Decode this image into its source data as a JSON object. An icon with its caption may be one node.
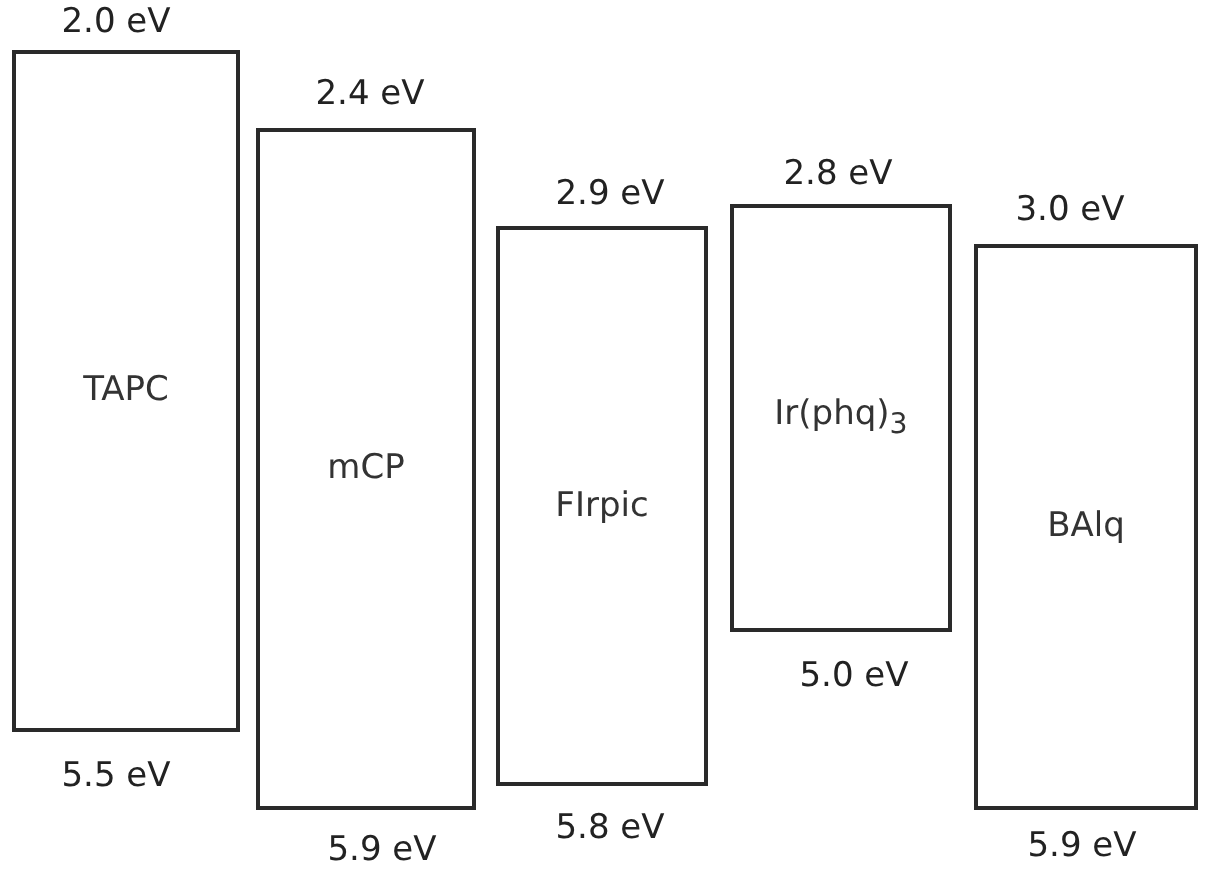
{
  "diagram": {
    "nodes": [
      {
        "text": [
          "TAPC"
        ],
        "beside": [
          "2.0 eV",
          "5.5 eV"
        ]
      },
      {
        "text": [
          "mCP"
        ],
        "beside": [
          "2.4 eV",
          "5.9 eV"
        ]
      },
      {
        "text": [
          "FIrpic"
        ],
        "beside": [
          "2.9 eV",
          "5.8 eV"
        ]
      },
      {
        "text": [
          "Ir(phq)$_{3}$"
        ],
        "beside": [
          "2.8 eV",
          "5.0 eV"
        ]
      },
      {
        "text": [
          "BAlq"
        ],
        "beside": [
          "3.0 eV",
          "5.9 eV"
        ]
      }
    ]
  }
}
